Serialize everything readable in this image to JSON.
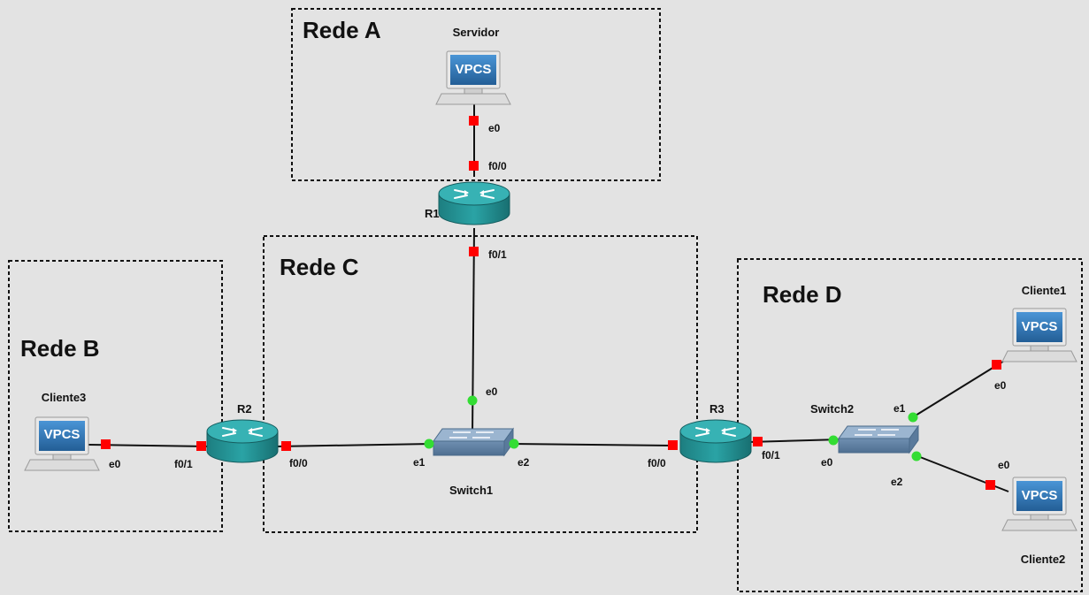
{
  "zones": [
    {
      "id": "rede-a",
      "title": "Rede A"
    },
    {
      "id": "rede-b",
      "title": "Rede B"
    },
    {
      "id": "rede-c",
      "title": "Rede C"
    },
    {
      "id": "rede-d",
      "title": "Rede D"
    }
  ],
  "devices": {
    "servidor": {
      "label": "Servidor",
      "type": "vpcs",
      "icon_text": "VPCS"
    },
    "cliente1": {
      "label": "Cliente1",
      "type": "vpcs",
      "icon_text": "VPCS"
    },
    "cliente2": {
      "label": "Cliente2",
      "type": "vpcs",
      "icon_text": "VPCS"
    },
    "cliente3": {
      "label": "Cliente3",
      "type": "vpcs",
      "icon_text": "VPCS"
    },
    "r1": {
      "label": "R1",
      "type": "router"
    },
    "r2": {
      "label": "R2",
      "type": "router"
    },
    "r3": {
      "label": "R3",
      "type": "router"
    },
    "switch1": {
      "label": "Switch1",
      "type": "switch"
    },
    "switch2": {
      "label": "Switch2",
      "type": "switch"
    }
  },
  "links": [
    {
      "from": "servidor",
      "from_port": "e0",
      "to": "r1",
      "to_port": "f0/0",
      "status": "down"
    },
    {
      "from": "r1",
      "from_port": "f0/1",
      "to": "switch1",
      "to_port": "e0",
      "status": "mixed"
    },
    {
      "from": "cliente3",
      "from_port": "e0",
      "to": "r2",
      "to_port": "f0/1",
      "status": "down"
    },
    {
      "from": "r2",
      "from_port": "f0/0",
      "to": "switch1",
      "to_port": "e1",
      "status": "mixed"
    },
    {
      "from": "switch1",
      "from_port": "e2",
      "to": "r3",
      "to_port": "f0/0",
      "status": "mixed"
    },
    {
      "from": "r3",
      "from_port": "f0/1",
      "to": "switch2",
      "to_port": "e0",
      "status": "mixed"
    },
    {
      "from": "switch2",
      "from_port": "e1",
      "to": "cliente1",
      "to_port": "e0",
      "status": "mixed"
    },
    {
      "from": "switch2",
      "from_port": "e2",
      "to": "cliente2",
      "to_port": "e0",
      "status": "mixed"
    }
  ],
  "colors": {
    "background": "#e3e3e3",
    "port_down": "#ff0000",
    "port_up": "#33dd33",
    "router": "#2a9d9f",
    "switch": "#7f9fbf",
    "vpcs_screen": "#2f77b5"
  }
}
